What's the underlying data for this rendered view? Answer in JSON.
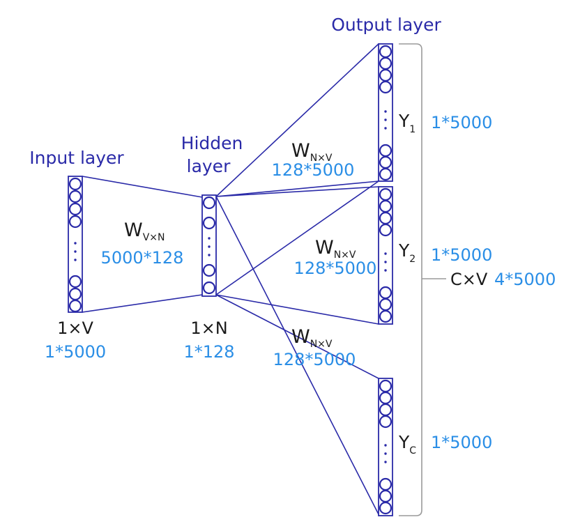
{
  "labels": {
    "input_layer": "Input layer",
    "hidden_layer_line1": "Hidden",
    "hidden_layer_line2": "layer",
    "output_layer": "Output layer"
  },
  "input": {
    "dim": "1×V",
    "size": "1*5000"
  },
  "hidden": {
    "dim": "1×N",
    "size": "1*128"
  },
  "w_input": {
    "symbol": "W",
    "subscript": "V×N",
    "size": "5000*128"
  },
  "w_output": [
    {
      "symbol": "W",
      "subscript": "N×V",
      "size": "128*5000"
    },
    {
      "symbol": "W",
      "subscript": "N×V",
      "size": "128*5000"
    },
    {
      "symbol": "W",
      "subscript": "N×V",
      "size": "128*5000"
    }
  ],
  "outputs": [
    {
      "symbol": "Y",
      "subscript": "1",
      "size": "1*5000"
    },
    {
      "symbol": "Y",
      "subscript": "2",
      "size": "1*5000"
    },
    {
      "symbol": "Y",
      "subscript": "C",
      "size": "1*5000"
    }
  ],
  "total": {
    "dim": "C×V",
    "size": "4*5000"
  },
  "colors": {
    "structure": "#2a2aa8",
    "sizes": "#2a8ee6",
    "text": "#1a1a1a",
    "brace": "#9a9a9a"
  }
}
